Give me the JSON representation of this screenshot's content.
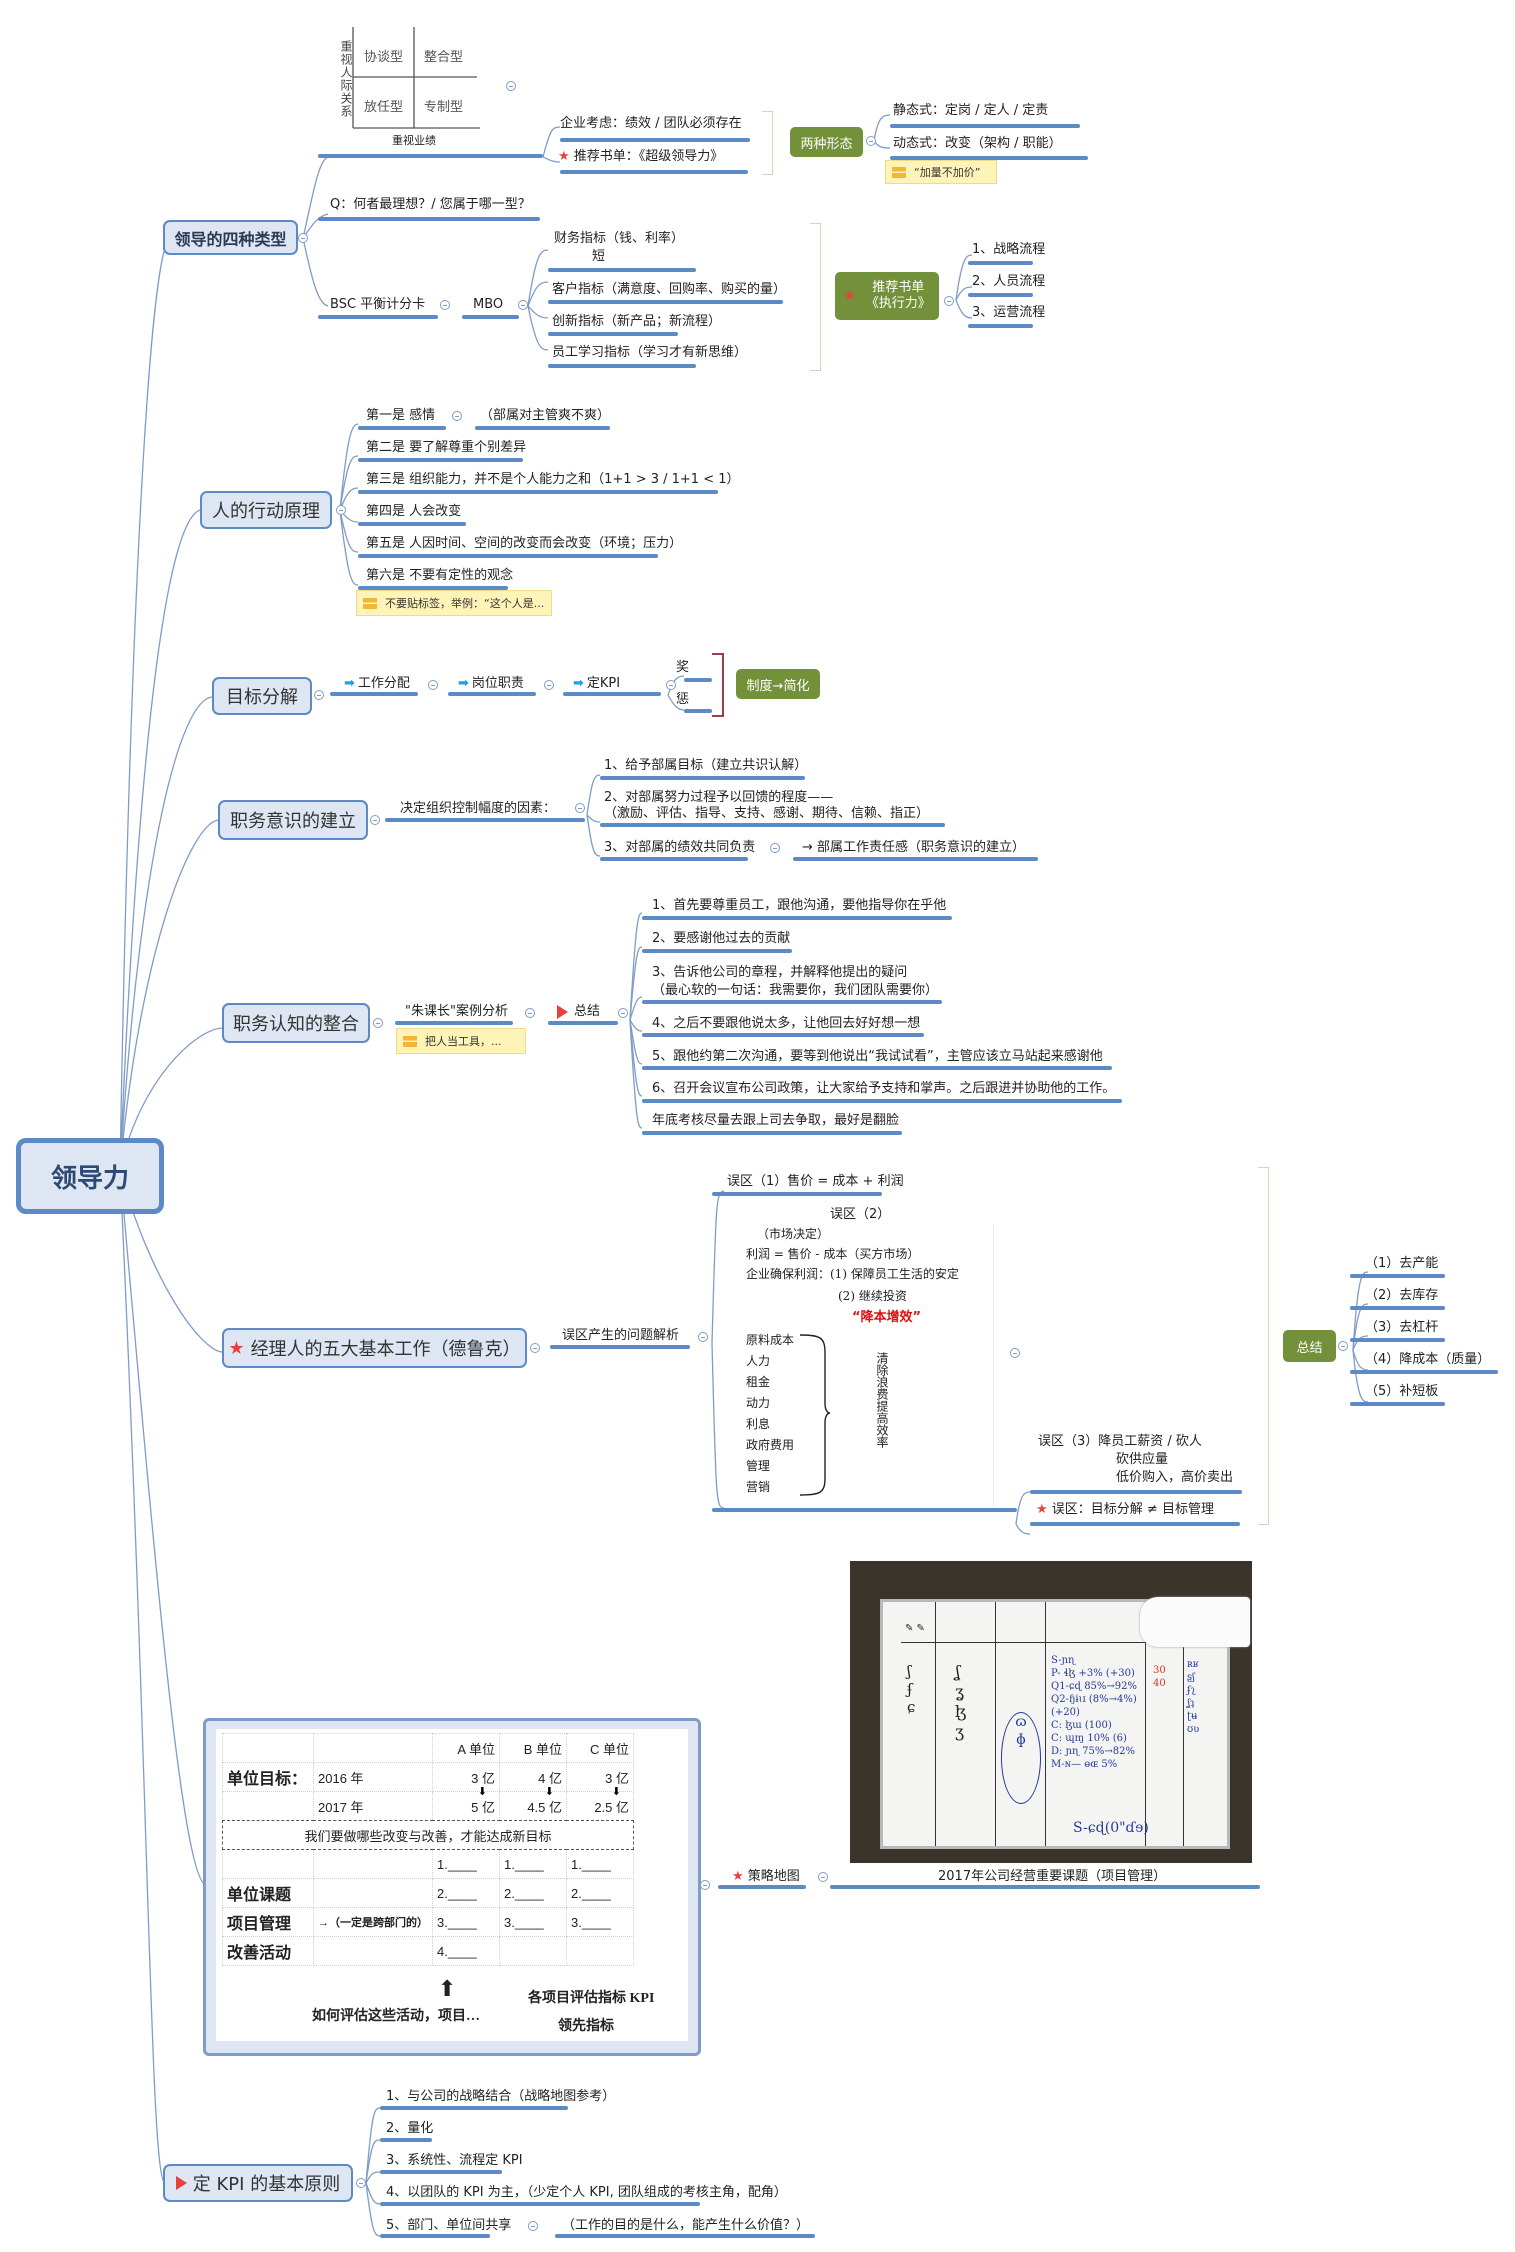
{
  "root": {
    "label": "领导力"
  },
  "topics": {
    "four_types": {
      "label": "领导的四种类型",
      "matrix": {
        "y_axis": "重视人际关系",
        "x_axis": "重视业绩",
        "quadrants": [
          "协谈型",
          "整合型",
          "放任型",
          "专制型"
        ]
      },
      "enterprise": "企业考虑：绩效 / 团队必须存在",
      "book": "推荐书单：《超级领导力》",
      "two_forms": {
        "label": "两种形态",
        "items": [
          "静态式：定岗 / 定人 / 定责",
          "动态式：改变（架构 / 职能）"
        ],
        "note": "“加量不加价”"
      },
      "question": "Q：何者最理想？/ 您属于哪一型？",
      "bsc": "BSC 平衡计分卡",
      "mbo": "MBO",
      "indicators": [
        "财务指标（钱、利率）",
        "客户指标（满意度、回购率、购买的量）",
        "创新指标（新产品；新流程）",
        "员工学习指标（学习才有新思维）"
      ],
      "indicator_short": "短",
      "exec_book": {
        "line1": "推荐书单",
        "line2": "《执行力》"
      },
      "flows": [
        "1、战略流程",
        "2、人员流程",
        "3、运营流程"
      ]
    },
    "behavior": {
      "label": "人的行动原理",
      "items": [
        "第一是 感情",
        "第二是 要了解尊重个别差异",
        "第三是 组织能力，并不是个人能力之和（1+1 > 3 / 1+1 < 1）",
        "第四是 人会改变",
        "第五是 人因时间、空间的改变而会改变（环境；压力）",
        "第六是 不要有定性的观念"
      ],
      "first_detail": "（部属对主管爽不爽）",
      "note": "不要贴标签，举例：“这个人是..."
    },
    "goal": {
      "label": "目标分解",
      "chain": [
        "工作分配",
        "岗位职责",
        "定KPI"
      ],
      "reward": "奖",
      "punish": "惩",
      "system": "制度→简化"
    },
    "duty_awareness": {
      "label": "职务意识的建立",
      "factor": "决定组织控制幅度的因素：",
      "items": [
        "1、给予部属目标（建立共识认解）",
        "2、对部属努力过程予以回馈的程度——",
        "（激励、评估、指导、支持、感谢、期待、信赖、指正）",
        "3、对部属的绩效共同负责"
      ],
      "result": "→ 部属工作责任感（职务意识的建立）"
    },
    "duty_integration": {
      "label": "职务认知的整合",
      "case": "\"朱课长\"案例分析",
      "note": "把人当工具，...",
      "summary": "总结",
      "items": [
        "1、首先要尊重员工，跟他沟通，要他指导你在乎他",
        "2、要感谢他过去的贡献",
        "3、告诉他公司的章程，并解释他提出的疑问",
        "（最心软的一句话：我需要你，我们团队需要你）",
        "4、之后不要跟他说太多，让他回去好好想一想",
        "5、跟他约第二次沟通，要等到他说出“我试试看”，主管应该立马站起来感谢他",
        "6、召开会议宣布公司政策，让大家给予支持和掌声。之后跟进并协助他的工作。",
        "年底考核尽量去跟上司去争取，最好是翻脸"
      ]
    },
    "five_works": {
      "label": "经理人的五大基本工作（德鲁克）",
      "analysis": "误区产生的问题解析",
      "myth1": "误区（1）售价 = 成本 + 利润",
      "myth2": {
        "title": "误区（2）",
        "market": "（市场决定）",
        "profit": "利润 = 售价 - 成本（买方市场）",
        "ensure": "企业确保利润：(1) 保障员工生活的安定",
        "invest": "(2) 继续投资",
        "slogan": "“降本增效”",
        "costs": [
          "原料成本",
          "人力",
          "租金",
          "动力",
          "利息",
          "政府费用",
          "管理",
          "营销"
        ],
        "vertical": "清除浪费提高效率"
      },
      "myth3": {
        "line1": "误区（3）降员工薪资 / 砍人",
        "line2": "砍供应量",
        "line3": "低价购入，高价卖出"
      },
      "myth_goal": "误区：目标分解 ≠ 目标管理",
      "summary": {
        "label": "总结",
        "items": [
          "（1）去产能",
          "（2）去库存",
          "（3）去杠杆",
          "（4）降成本（质量）",
          "（5）补短板"
        ]
      }
    },
    "strategy": {
      "label": "策略地图",
      "photo_caption": "2017年公司经营重要课题（项目管理）",
      "table": {
        "headers": [
          "A 单位",
          "B 单位",
          "C 单位"
        ],
        "goal_label": "单位目标：",
        "years": [
          "2016 年",
          "2017 年"
        ],
        "values_2016": [
          "3 亿",
          "4 亿",
          "3 亿"
        ],
        "values_2017": [
          "5 亿",
          "4.5 亿",
          "2.5 亿"
        ],
        "banner": "我们要做哪些改变与改善，才能达成新目标",
        "row_labels": [
          "单位课题",
          "项目管理",
          "改善活动"
        ],
        "cross_dept": "→（一定是跨部门的）",
        "blanks": [
          "1.____",
          "2.____",
          "3.____",
          "4.____"
        ],
        "evaluate": "如何评估这些活动，项目…",
        "kpi1": "各项目评估指标 KPI",
        "kpi2": "领先指标"
      }
    },
    "kpi_principles": {
      "label": "定 KPI 的基本原则",
      "items": [
        "1、与公司的战略结合（战略地图参考）",
        "2、量化",
        "3、系统性、流程定 KPI",
        "4、以团队的 KPI 为主，（少定个人 KPI, 团队组成的考核主角，配角）",
        "5、部门、单位间共享"
      ],
      "share_detail": "（工作的目的是什么，能产生什么价值？）"
    }
  },
  "colors": {
    "branch": "#5b8ac6",
    "node_fill": "#dde6f2",
    "green": "#73913a",
    "note": "#fff4b8",
    "marker_red": "#e8413b"
  }
}
